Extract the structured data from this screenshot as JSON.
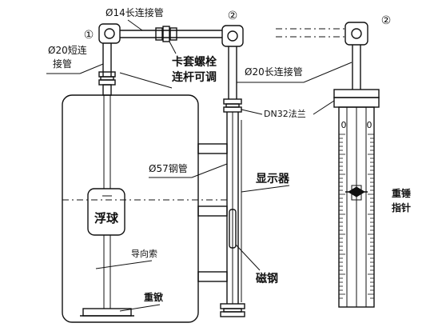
{
  "labels": {
    "pipe_14": "Ø14长连接管",
    "pipe_20_short_line1": "Ø20短连",
    "pipe_20_short_line2": "接管",
    "clamp_bolt_line1": "卡套螺栓",
    "clamp_bolt_line2": "连杆可调",
    "pipe_20_long": "Ø20长连接管",
    "flange": "DN32法兰",
    "steel_pipe": "Ø57钢管",
    "display": "显示器",
    "float_ball": "浮球",
    "guide_cable": "导向索",
    "weight_anchor": "重锨",
    "magnetic_steel": "磁钢",
    "weight_pointer_line1": "重锤",
    "weight_pointer_line2": "指针"
  },
  "markers": {
    "circle_1": "①",
    "circle_2_left": "②",
    "circle_2_right": "②"
  },
  "scale_zero_left": "0",
  "scale_zero_right": "0"
}
